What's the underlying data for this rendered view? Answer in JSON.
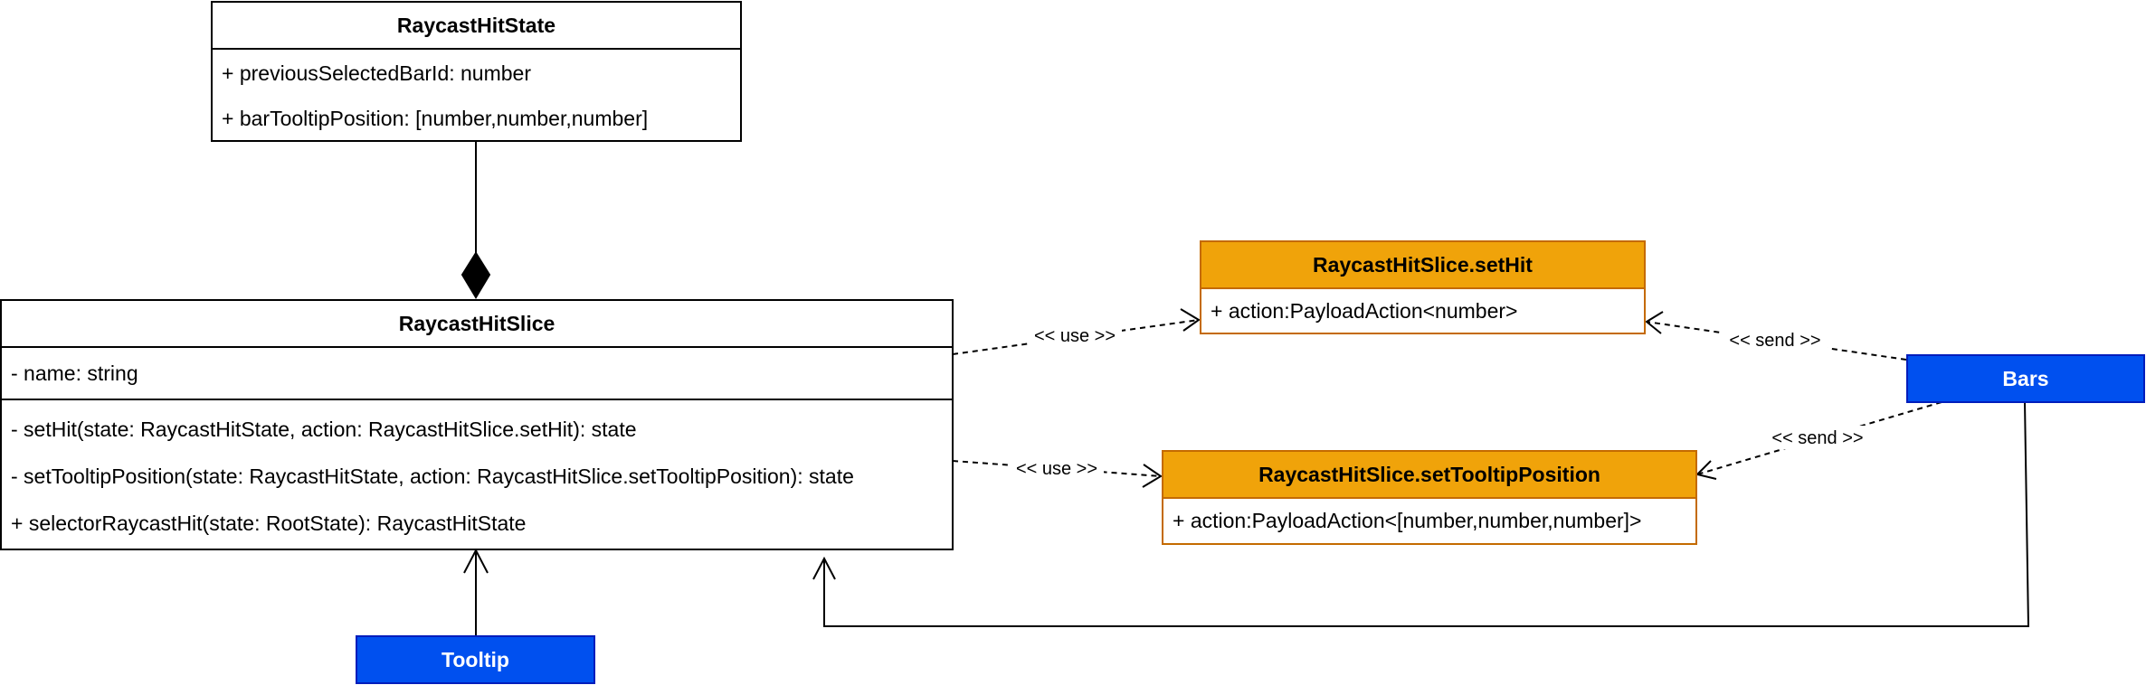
{
  "classes": {
    "raycast_hit_state": {
      "title": "RaycastHitState",
      "attributes": [
        "+ previousSelectedBarId: number",
        "+ barTooltipPosition: [number,number,number]"
      ]
    },
    "raycast_hit_slice": {
      "title": "RaycastHitSlice",
      "attributes": [
        "- name: string"
      ],
      "methods": [
        "- setHit(state: RaycastHitState, action: RaycastHitSlice.setHit): state",
        "- setTooltipPosition(state: RaycastHitState, action: RaycastHitSlice.setTooltipPosition): state",
        "+ selectorRaycastHit(state: RootState): RaycastHitState"
      ]
    },
    "set_hit": {
      "title": "RaycastHitSlice.setHit",
      "attributes": [
        "+ action:PayloadAction<number>"
      ]
    },
    "set_tooltip_position": {
      "title": "RaycastHitSlice.setTooltipPosition",
      "attributes": [
        "+ action:PayloadAction<[number,number,number]>"
      ]
    }
  },
  "actors": {
    "bars": "Bars",
    "tooltip": "Tooltip"
  },
  "edges": {
    "use_set_hit": "<< use >>",
    "use_set_tooltip": "<< use >>",
    "send_set_hit": "<< send >>",
    "send_set_tooltip": "<< send >>"
  },
  "colors": {
    "orange_fill": "#f0a30a",
    "orange_stroke": "#c46a00",
    "blue_fill": "#0050ef",
    "blue_stroke": "#001dbc"
  }
}
